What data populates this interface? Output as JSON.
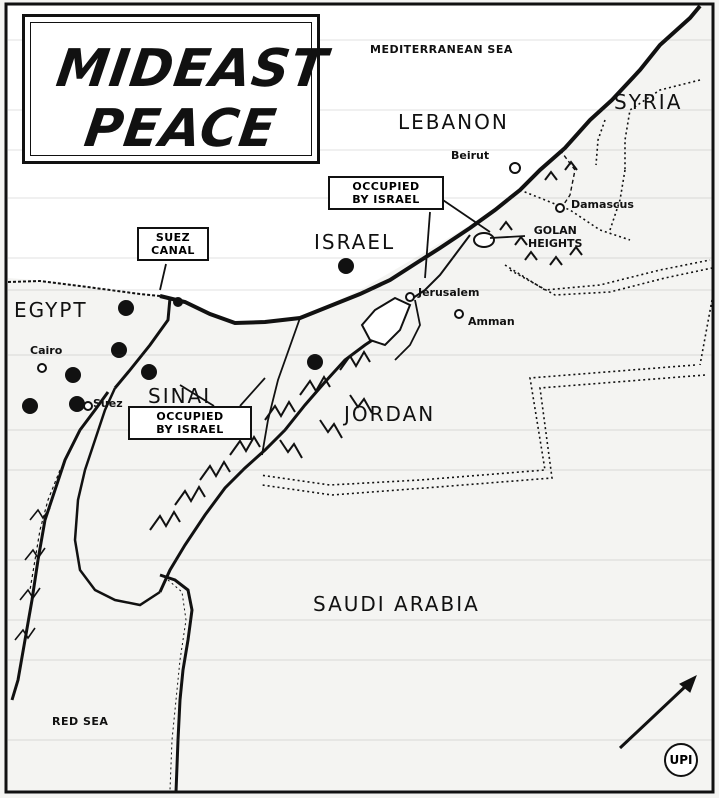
{
  "title": {
    "line1": "MIDEAST",
    "line2": "PEACE"
  },
  "seas": {
    "mediterranean": "MEDITERRANEAN SEA",
    "red_sea": "RED SEA"
  },
  "countries": {
    "syria": "SYRIA",
    "lebanon": "LEBANON",
    "israel": "ISRAEL",
    "egypt": "EGYPT",
    "sinai": "SINAI",
    "jordan": "JORDAN",
    "saudi_arabia": "SAUDI ARABIA"
  },
  "cities": {
    "beirut": "Beirut",
    "damascus": "Damascus",
    "jerusalem": "Jerusalem",
    "amman": "Amman",
    "cairo": "Cairo",
    "suez": "Suez"
  },
  "callouts": {
    "suez_canal": [
      "SUEZ",
      "CANAL"
    ],
    "occupied_golan": [
      "OCCUPIED",
      "BY ISRAEL"
    ],
    "golan_heights": [
      "GOLAN",
      "HEIGHTS"
    ],
    "occupied_sinai": [
      "OCCUPIED",
      "BY ISRAEL"
    ]
  },
  "credit": "UPI",
  "colors": {
    "ink": "#111111",
    "paper": "#f4f4f2",
    "sea": "#ffffff"
  }
}
